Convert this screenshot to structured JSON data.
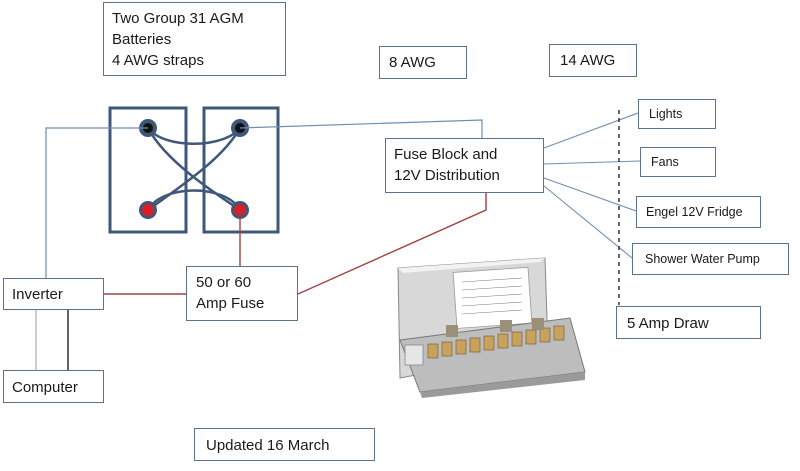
{
  "batteries_box": {
    "line1": "Two Group 31 AGM",
    "line2": "Batteries",
    "line3": "4 AWG straps"
  },
  "labels": {
    "awg8": "8 AWG",
    "awg14": "14 AWG",
    "updated": "Updated 16 March"
  },
  "fuse_block": {
    "line1": "Fuse Block and",
    "line2": "12V Distribution"
  },
  "main_fuse": {
    "line1": "50 or 60",
    "line2": "Amp Fuse"
  },
  "inverter": "Inverter",
  "computer": "Computer",
  "loads": {
    "lights": "Lights",
    "fans": "Fans",
    "fridge": "Engel 12V Fridge",
    "pump": "Shower Water Pump"
  },
  "draw": "5 Amp Draw",
  "colors": {
    "negative_wire": "#6d8fb3",
    "positive_wire": "#a04040",
    "battery_outline": "#3f5779",
    "positive_terminal": "#d8202a",
    "negative_terminal": "#111111"
  },
  "photo": {
    "icon": "fuse-block-photo"
  }
}
